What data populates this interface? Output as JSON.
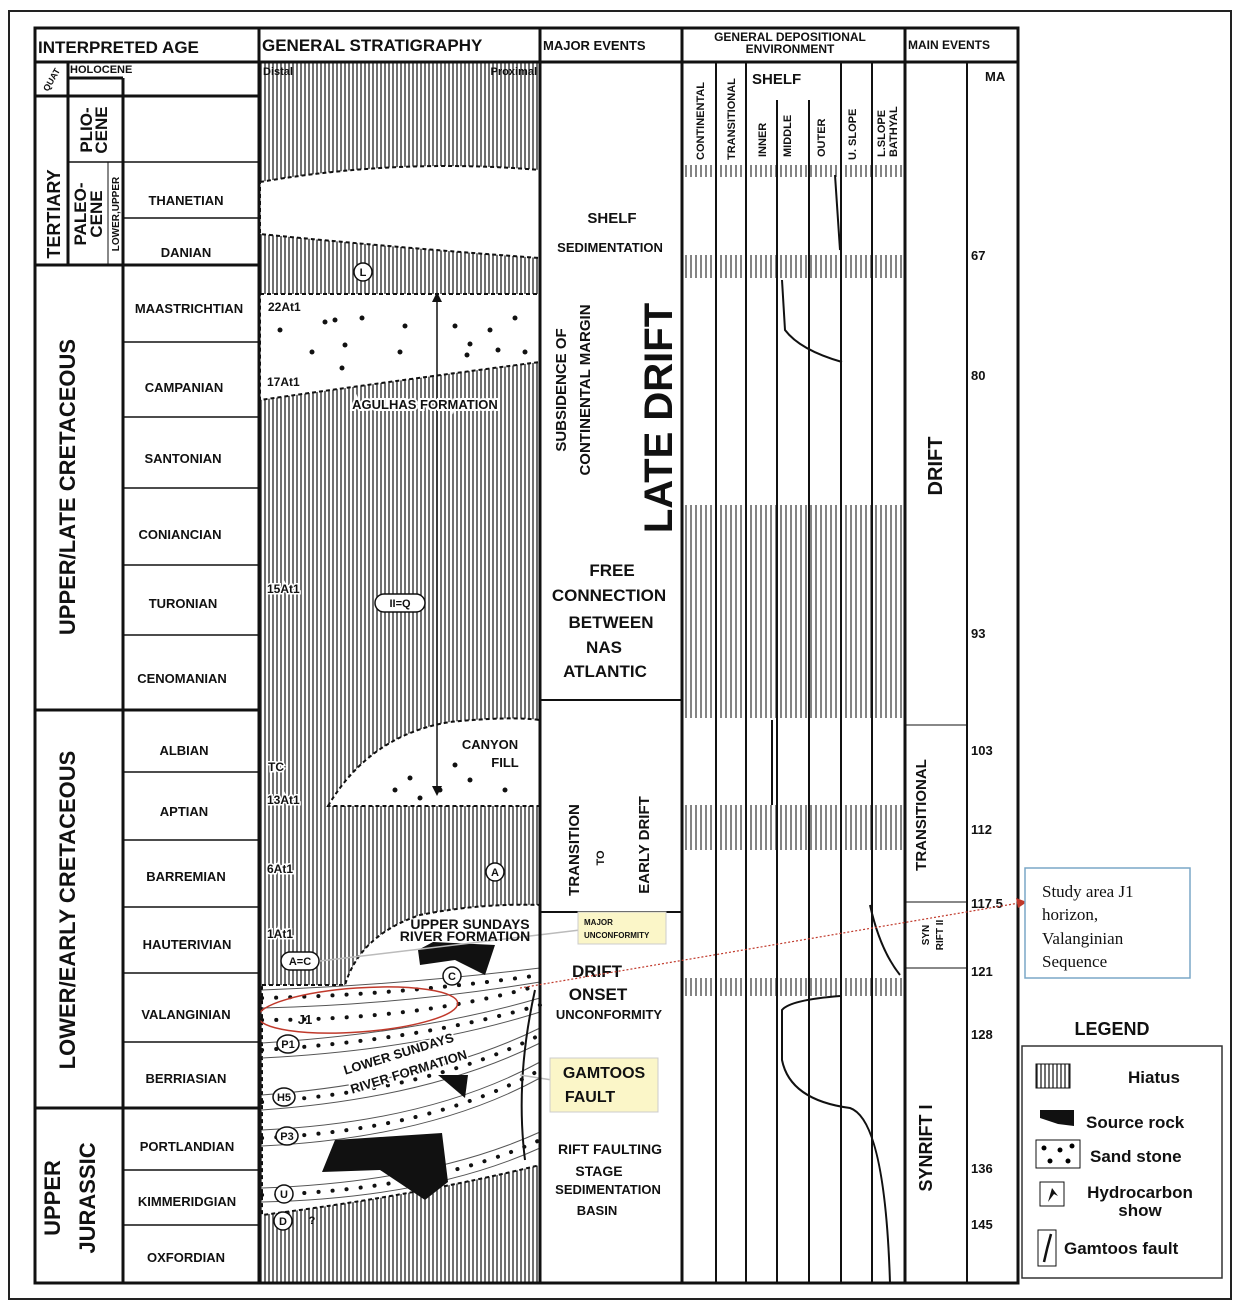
{
  "headers": {
    "interpreted_age": "INTERPRETED AGE",
    "general_stratigraphy": "GENERAL STRATIGRAPHY",
    "major_events": "MAJOR EVENTS",
    "depositional_env_1": "GENERAL DEPOSITIONAL",
    "depositional_env_2": "ENVIRONMENT",
    "main_events": "MAIN EVENTS"
  },
  "eras": {
    "quat": "QUAT",
    "tertiary": "TERTIARY",
    "upper_cretaceous": "UPPER/LATE CRETACEOUS",
    "lower_cretaceous": "LOWER/EARLY CRETACEOUS",
    "upper_jurassic_1": "UPPER",
    "upper_jurassic_2": "JURASSIC"
  },
  "epochs": {
    "holocene": "HOLOCENE",
    "plio_1": "PLIO-",
    "plio_2": "CENE",
    "paleo_1": "PALEO-",
    "paleo_2": "CENE",
    "paleo_3": "LOWER,UPPER"
  },
  "stages": [
    "THANETIAN",
    "DANIAN",
    "MAASTRICHTIAN",
    "CAMPANIAN",
    "SANTONIAN",
    "CONIANCIAN",
    "TURONIAN",
    "CENOMANIAN",
    "ALBIAN",
    "APTIAN",
    "BARREMIAN",
    "HAUTERIVIAN",
    "VALANGINIAN",
    "BERRIASIAN",
    "PORTLANDIAN",
    "KIMMERIDGIAN",
    "OXFORDIAN"
  ],
  "strat": {
    "distal": "Distal",
    "proximal": "Proximal",
    "agulhas": "AGULHAS FORMATION",
    "canyon_1": "CANYON",
    "canyon_2": "FILL",
    "upper_sundays_1": "UPPER SUNDAYS",
    "upper_sundays_2": "RIVER FORMATION",
    "lower_sundays_1": "LOWER SUNDAYS",
    "lower_sundays_2": "RIVER FORMATION",
    "wells": [
      "22At1",
      "17At1",
      "15At1",
      "TC",
      "13At1",
      "6At1",
      "1At1"
    ],
    "horizons": [
      "L",
      "II=Q",
      "A",
      "A=C",
      "C",
      "J1",
      "P1",
      "H5",
      "P3",
      "U",
      "D"
    ],
    "question": "?",
    "major_unconformity_1": "MAJOR",
    "major_unconformity_2": "UNCONFORMITY",
    "gamtoos_1": "GAMTOOS",
    "gamtoos_2": "FAULT"
  },
  "events": {
    "shelf": "SHELF",
    "sedimentation": "SEDIMENTATION",
    "subsidence_1": "SUBSIDENCE OF",
    "subsidence_2": "CONTINENTAL MARGIN",
    "late_drift": "LATE DRIFT",
    "free": [
      "FREE",
      "CONNECTION",
      "BETWEEN",
      "NAS",
      "ATLANTIC"
    ],
    "transition_1": "TRANSITION",
    "transition_2": "TO",
    "transition_3": "EARLY DRIFT",
    "drift_onset": [
      "DRIFT",
      "ONSET",
      "UNCONFORMITY"
    ],
    "rift": [
      "RIFT FAULTING",
      "STAGE",
      "SEDIMENTATION",
      "BASIN"
    ]
  },
  "environment": {
    "continental": "CONTINENTAL",
    "transitional": "TRANSITIONAL",
    "shelf": "SHELF",
    "inner": "INNER",
    "middle": "MIDDLE",
    "outer": "OUTER",
    "u_slope": "U. SLOPE",
    "l_slope": "L.SLOPE",
    "bathyal": "BATHYAL"
  },
  "main_events": {
    "drift": "DRIFT",
    "transitional": "TRANSITIONAL",
    "syn_rift_ii_1": "SYN",
    "syn_rift_ii_2": "RIFT II",
    "synrift_i": "SYNRIFT I",
    "ma_label": "MA",
    "ma_values": [
      "67",
      "80",
      "93",
      "103",
      "112",
      "117.5",
      "121",
      "128",
      "136",
      "145"
    ]
  },
  "callout": {
    "line1": "Study area J1",
    "line2": "horizon,",
    "line3": "Valanginian",
    "line4": "Sequence",
    "color": "#c0392b"
  },
  "legend": {
    "title": "LEGEND",
    "items": [
      "Hiatus",
      "Source rock",
      "Sand stone",
      "Hydrocarbon",
      "show",
      "Gamtoos fault"
    ]
  }
}
